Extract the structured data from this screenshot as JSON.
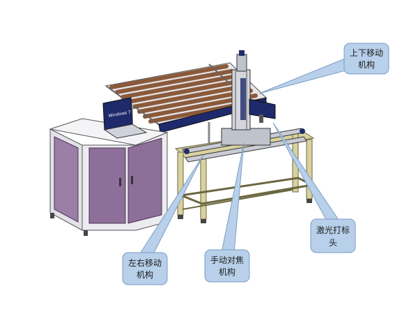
{
  "colors": {
    "callout_fill": "#b8d0ea",
    "callout_stroke": "#7a9cc4",
    "cabinet_purple": "#8e6f9a",
    "frame_tan": "#d9d2a0",
    "roller_brown": "#8b5a3a",
    "navy": "#1e2a6b",
    "steel": "#c9ccd4"
  },
  "screen_text": "Windows 7",
  "callouts": [
    {
      "id": "vertical",
      "line1": "上下移动",
      "line2": "机构"
    },
    {
      "id": "lateral",
      "line1": "左右移动",
      "line2": "机构"
    },
    {
      "id": "focus",
      "line1": "手动对焦",
      "line2": "机构"
    },
    {
      "id": "head",
      "line1": "激光打标",
      "line2": "头"
    }
  ]
}
